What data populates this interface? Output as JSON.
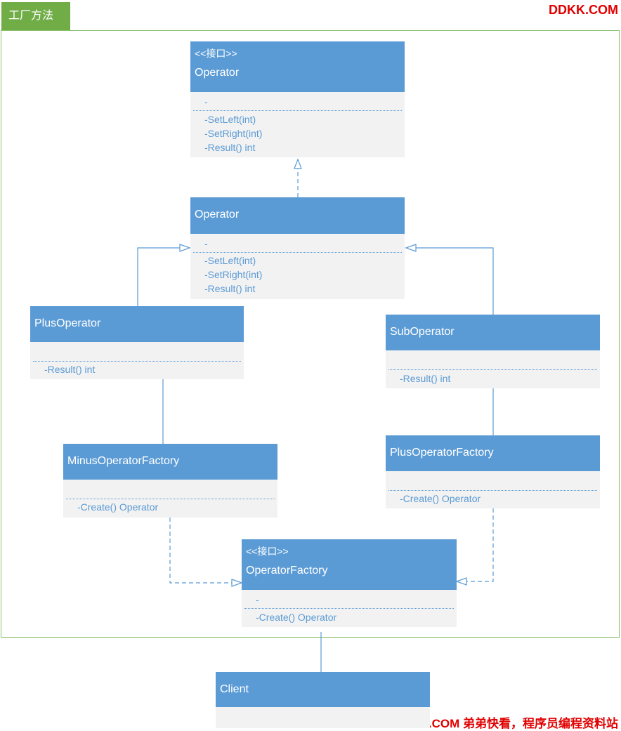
{
  "frame": {
    "title": "工厂方法"
  },
  "watermark": {
    "top": "DDKK.COM",
    "bottom": "DDKK.COM 弟弟快看，程序员编程资料站"
  },
  "colors": {
    "header": "#5b9bd5",
    "body": "#f2f2f2",
    "frame_tab": "#70ad47",
    "watermark": "#e00000"
  },
  "classes": {
    "operator_interface": {
      "stereotype": "<<接口>>",
      "name": "Operator",
      "attributes": [
        "-"
      ],
      "methods": [
        "-SetLeft(int)",
        "-SetRight(int)",
        "-Result() int"
      ]
    },
    "operator": {
      "name": "Operator",
      "attributes": [
        "-"
      ],
      "methods": [
        "-SetLeft(int)",
        "-SetRight(int)",
        "-Result() int"
      ]
    },
    "plus_operator": {
      "name": "PlusOperator",
      "methods": [
        "-Result() int"
      ]
    },
    "sub_operator": {
      "name": "SubOperator",
      "methods": [
        "-Result() int"
      ]
    },
    "minus_operator_factory": {
      "name": "MinusOperatorFactory",
      "methods": [
        "-Create() Operator"
      ]
    },
    "plus_operator_factory": {
      "name": "PlusOperatorFactory",
      "methods": [
        "-Create() Operator"
      ]
    },
    "operator_factory": {
      "stereotype": "<<接口>>",
      "name": "OperatorFactory",
      "attributes": [
        "-"
      ],
      "methods": [
        "-Create() Operator"
      ]
    },
    "client": {
      "name": "Client"
    }
  }
}
